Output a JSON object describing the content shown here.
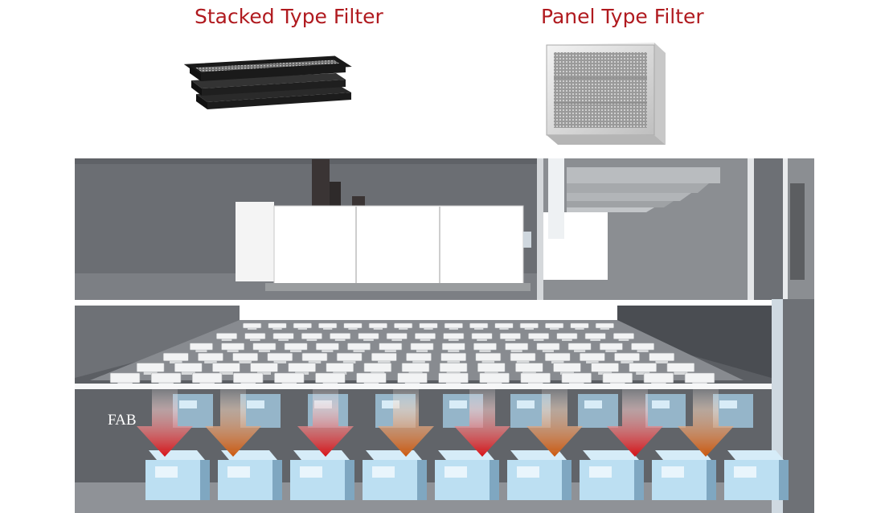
{
  "labels": {
    "stacked_filter": "Stacked Type Filter",
    "panel_filter": "Panel Type Filter",
    "fab": "FAB"
  },
  "colors": {
    "title_text": "#b01a1f",
    "red_arrow": "#d40f14",
    "orange_arrow": "#c9550a",
    "equipment": "#bcdff2",
    "room_dark": "#5a5d62",
    "room_light": "#7d8086"
  },
  "icons": {
    "stacked_filter_image": "stacked-filter-image",
    "panel_filter_image": "panel-filter-image"
  }
}
